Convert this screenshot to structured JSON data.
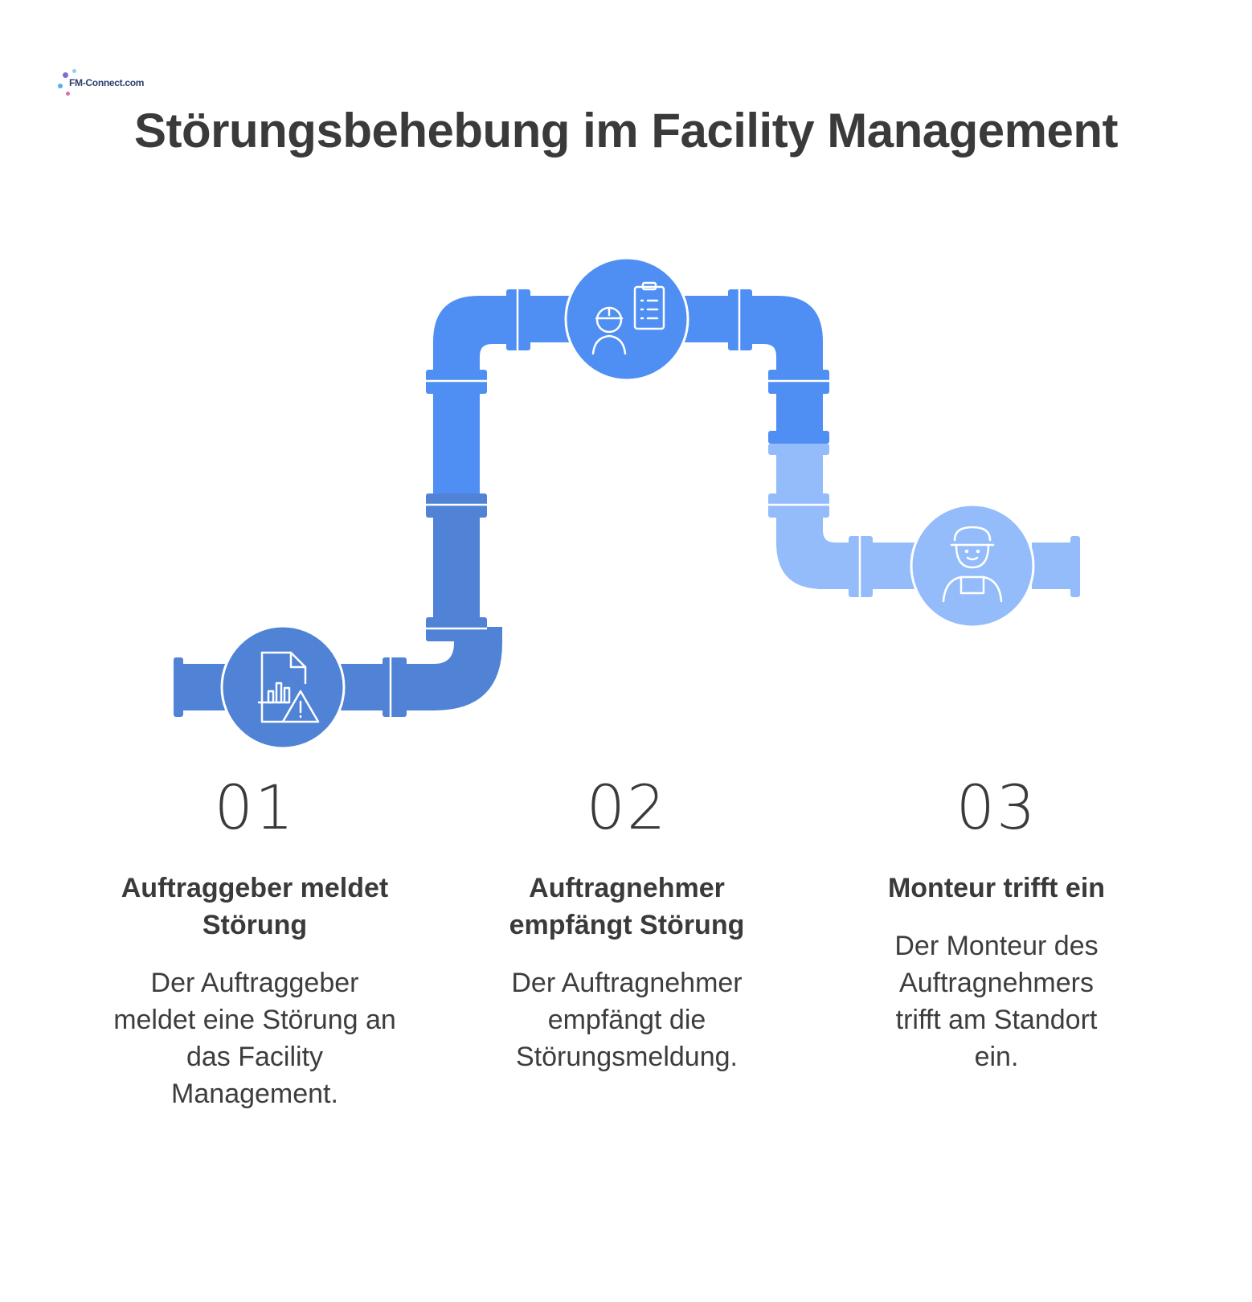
{
  "logo": {
    "text": "FM-Connect.com"
  },
  "title": "Störungsbehebung im Facility Management",
  "steps": [
    {
      "number": "01",
      "title": "Auftraggeber meldet Störung",
      "description": "Der Auftraggeber meldet eine Störung an das Facility Management.",
      "icon": "report-warning-icon",
      "color": "#5083d6"
    },
    {
      "number": "02",
      "title": "Auftragnehmer empfängt Störung",
      "description": "Der Auftragnehmer empfängt die Störungsmeldung.",
      "icon": "engineer-clipboard-icon",
      "color": "#4f8ff3"
    },
    {
      "number": "03",
      "title": "Monteur trifft ein",
      "description": "Der Monteur des Auftragnehmers trifft am Standort ein.",
      "icon": "worker-icon",
      "color": "#94bcfa"
    }
  ],
  "colors": {
    "dark_blue": "#5083d6",
    "mid_blue": "#4f8ff3",
    "light_blue": "#94bcfa"
  }
}
